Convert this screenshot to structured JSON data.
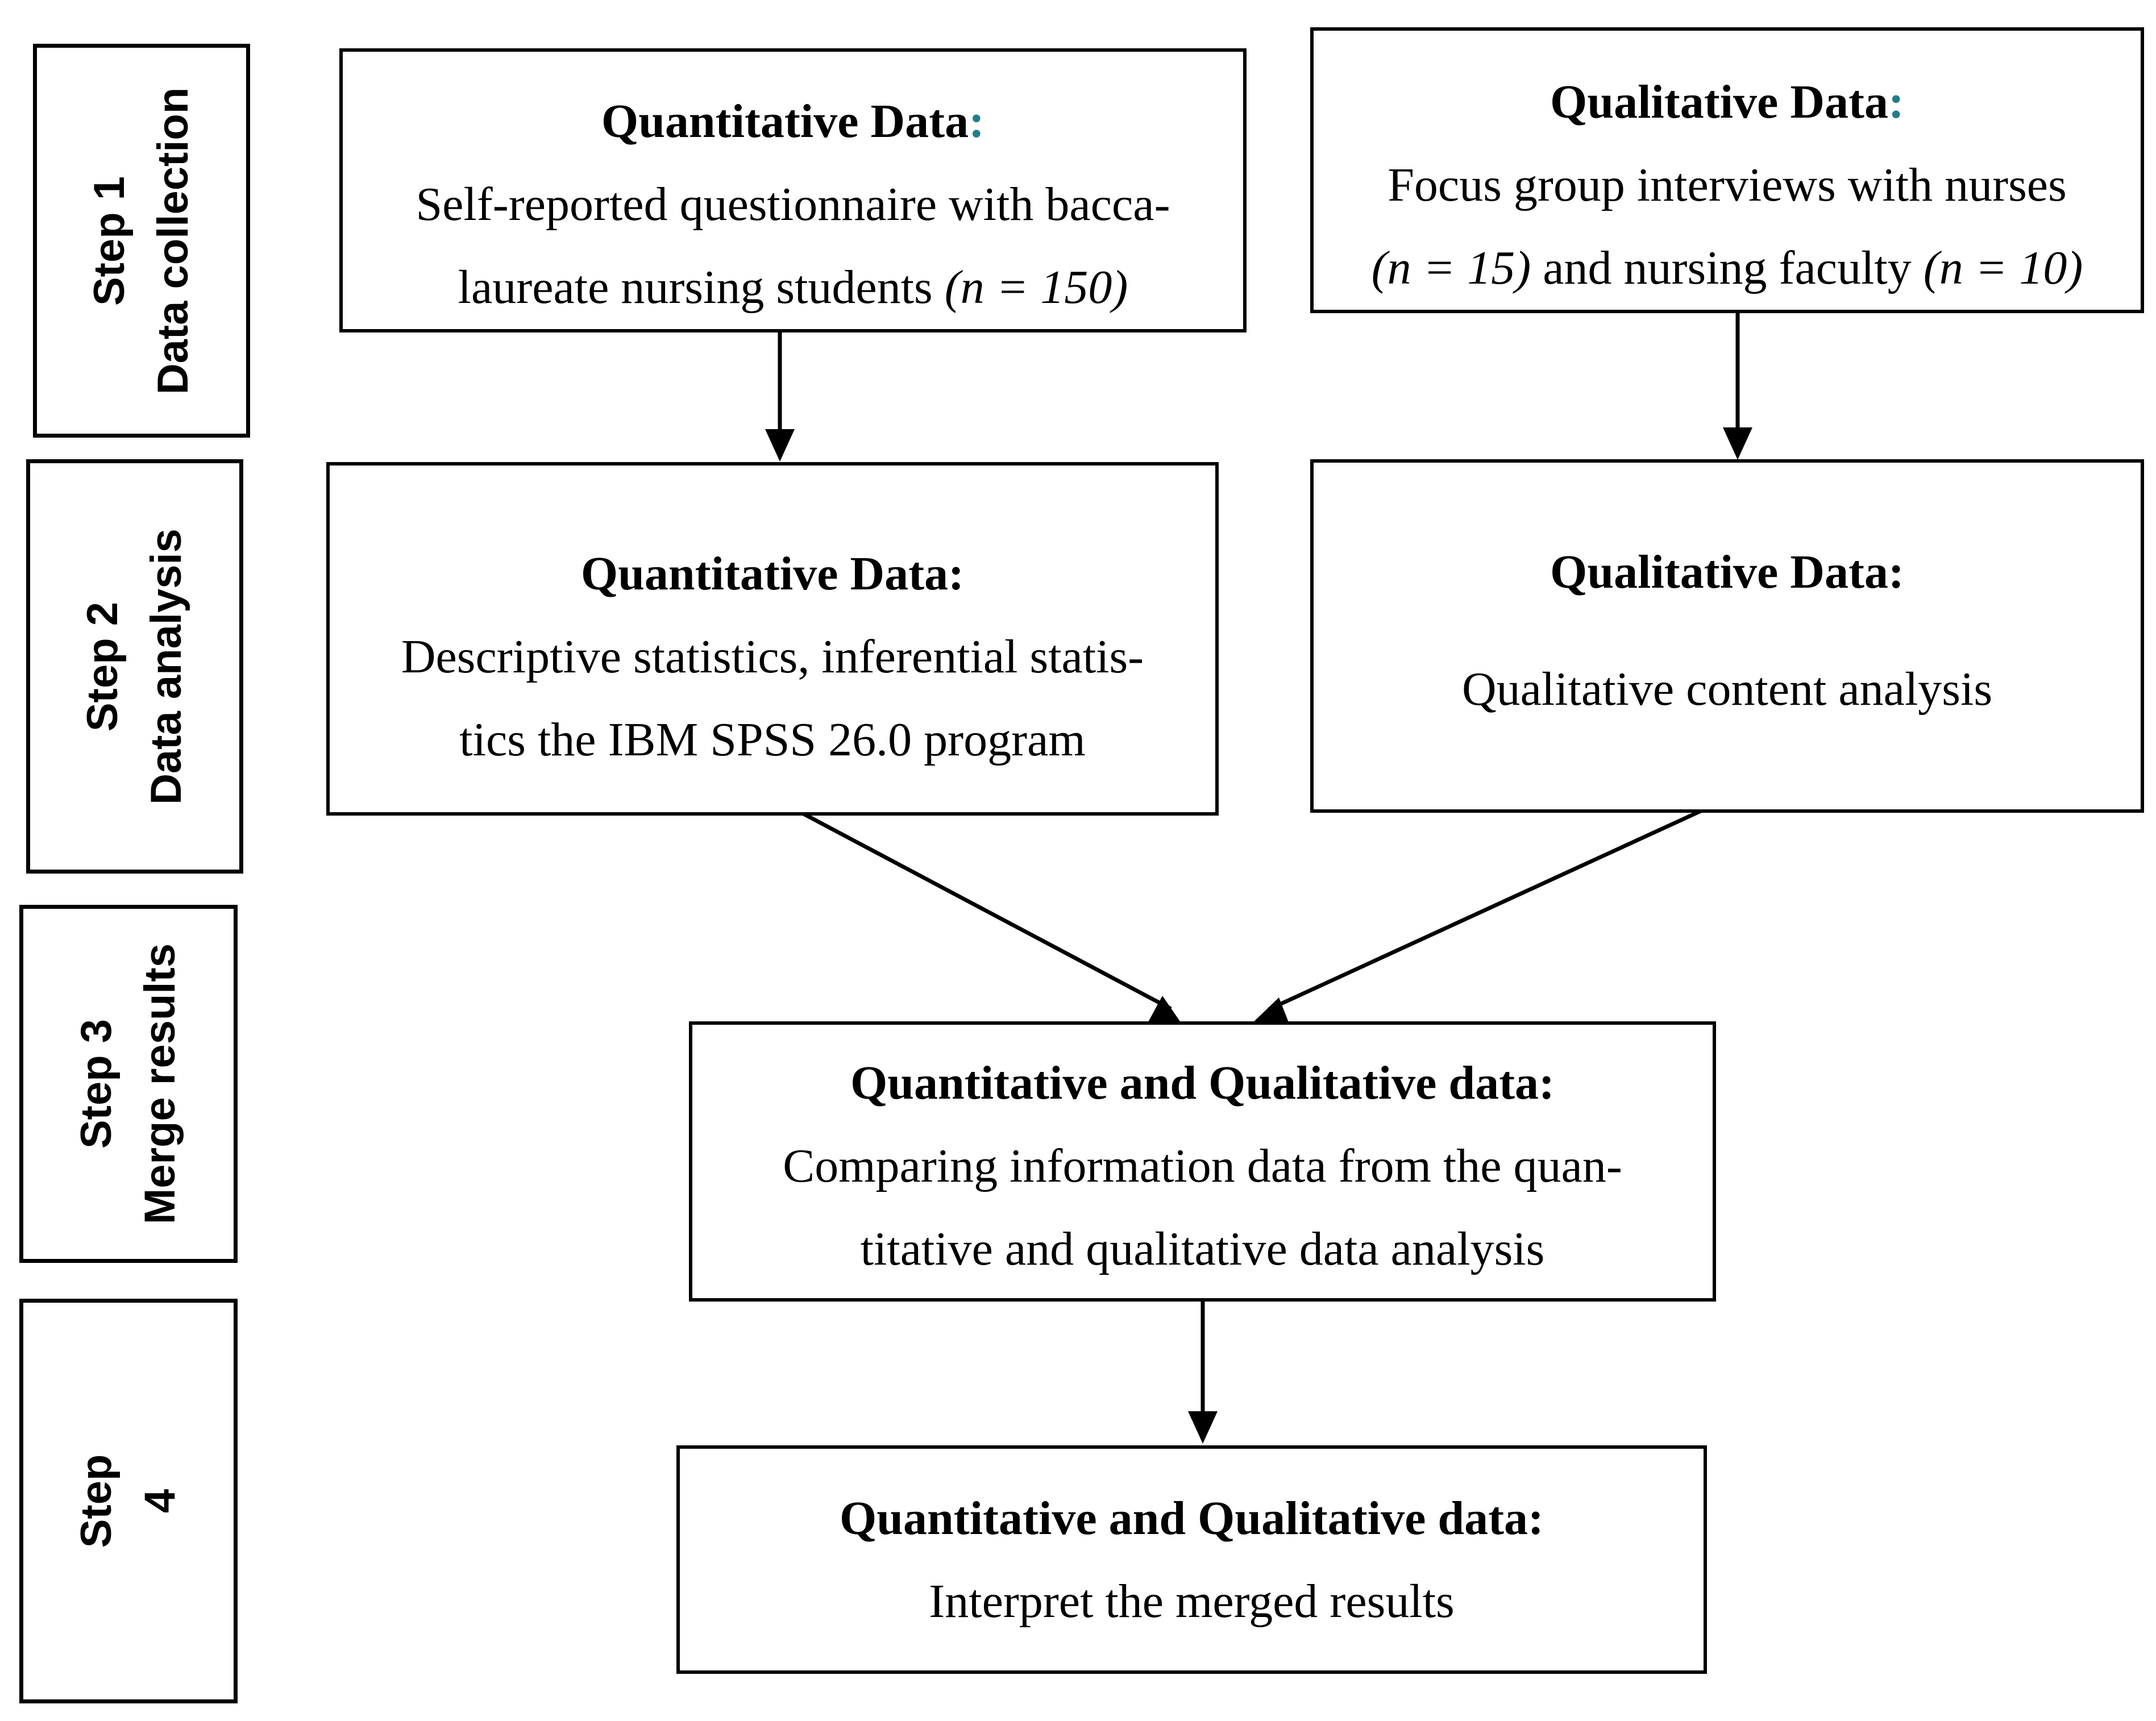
{
  "steps": [
    {
      "step": "Step 1",
      "label": "Data collection"
    },
    {
      "step": "Step 2",
      "label": "Data analysis"
    },
    {
      "step": "Step 3",
      "label": "Merge results"
    },
    {
      "step": "Step",
      "label": "4"
    }
  ],
  "boxes": {
    "quant_collection": {
      "title": "Quantitative Data",
      "colon": ":",
      "line1": "Self-reported questionnaire with bacca-",
      "line2": "laureate nursing students",
      "n": "(n = 150)"
    },
    "qual_collection": {
      "title": "Qualitative Data",
      "colon": ":",
      "line1": "Focus group interviews with nurses",
      "n1": "(n = 15)",
      "mid": " and nursing faculty ",
      "n2": "(n = 10)"
    },
    "quant_analysis": {
      "title": "Quantitative Data:",
      "line1": "Descriptive statistics, inferential statis-",
      "line2": "tics the IBM SPSS 26.0 program"
    },
    "qual_analysis": {
      "title": "Qualitative Data:",
      "line1": "Qualitative content analysis"
    },
    "merge": {
      "title": "Quantitative and Qualitative data:",
      "line1": "Comparing information data from the quan-",
      "line2": "titative and qualitative data analysis"
    },
    "interpret": {
      "title": "Quantitative and Qualitative data:",
      "line1": "Interpret the merged results"
    }
  },
  "colors": {
    "border": "#000000",
    "colon_accent": "#1f7f86"
  }
}
